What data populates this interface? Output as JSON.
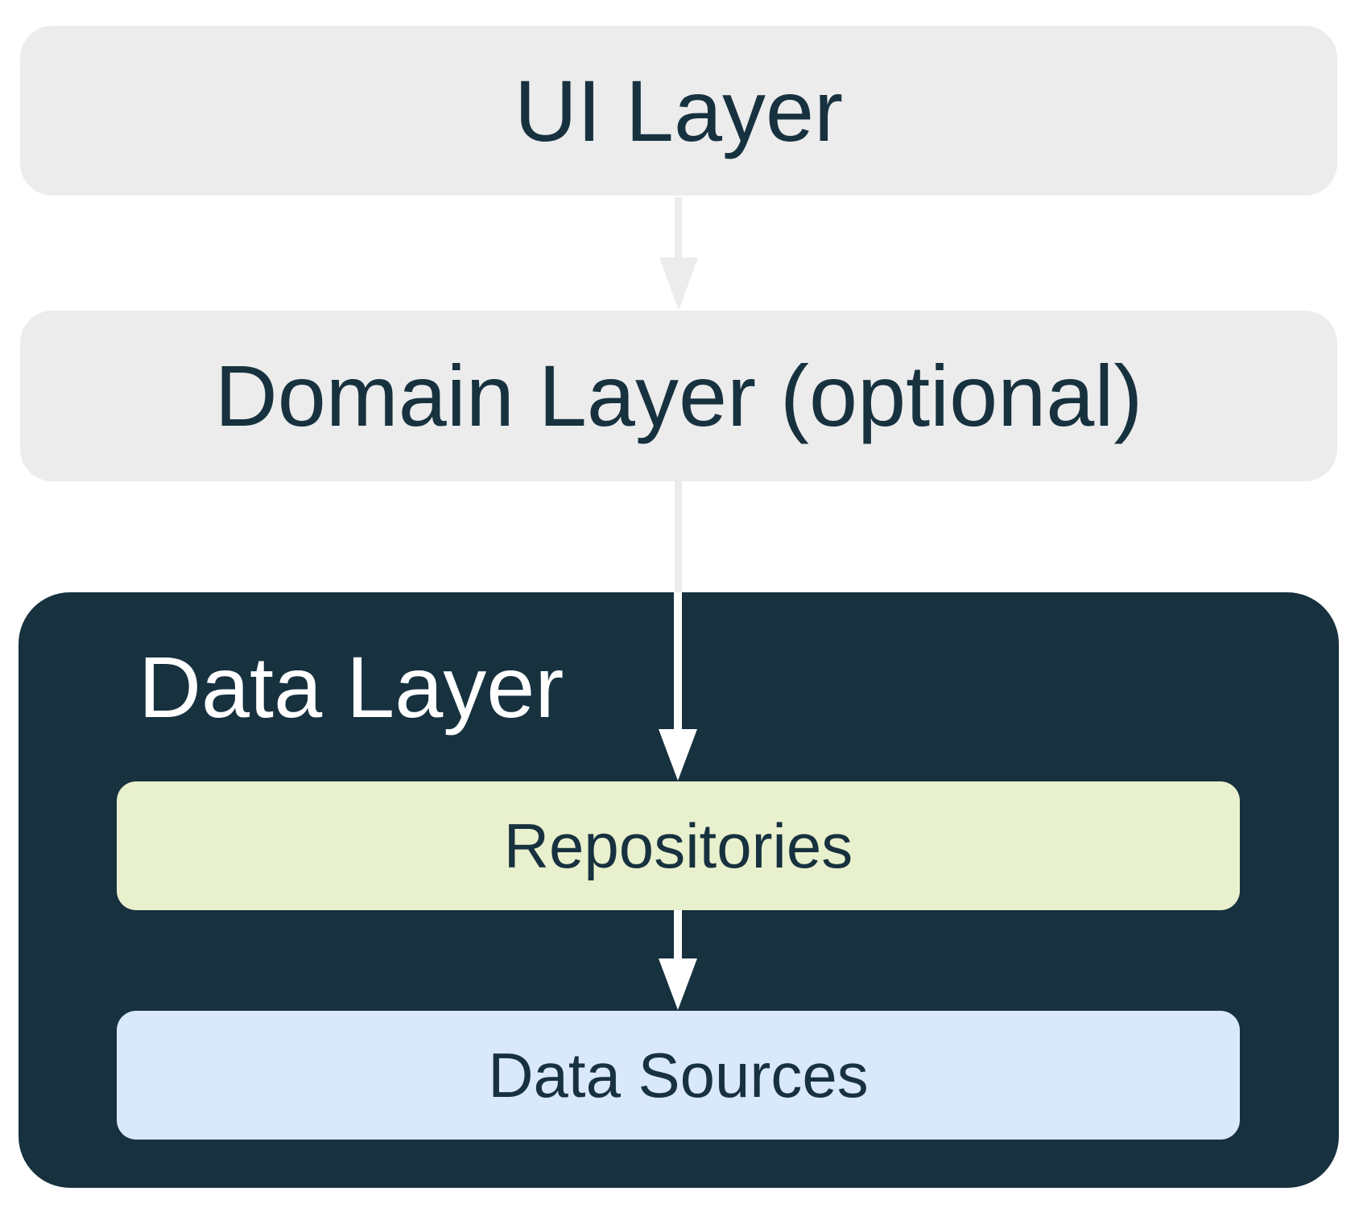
{
  "colors": {
    "bg": "#FFFFFF",
    "box-gray": "#ECECEC",
    "navy": "#17313F",
    "pale-green": "#E9F0CD",
    "light-blue": "#D9E8FA",
    "white": "#FFFFFF"
  },
  "nodes": {
    "ui_layer": {
      "label": "UI Layer"
    },
    "domain_layer": {
      "label": "Domain Layer (optional)"
    },
    "data_layer": {
      "label": "Data Layer"
    },
    "repositories": {
      "label": "Repositories"
    },
    "data_sources": {
      "label": "Data Sources"
    }
  },
  "arrows": [
    {
      "name": "ui-to-domain",
      "color": "#ECECEC"
    },
    {
      "name": "domain-to-repositories",
      "color": "#ECECEC / #FFFFFF"
    },
    {
      "name": "repositories-to-data-sources",
      "color": "#FFFFFF"
    }
  ]
}
